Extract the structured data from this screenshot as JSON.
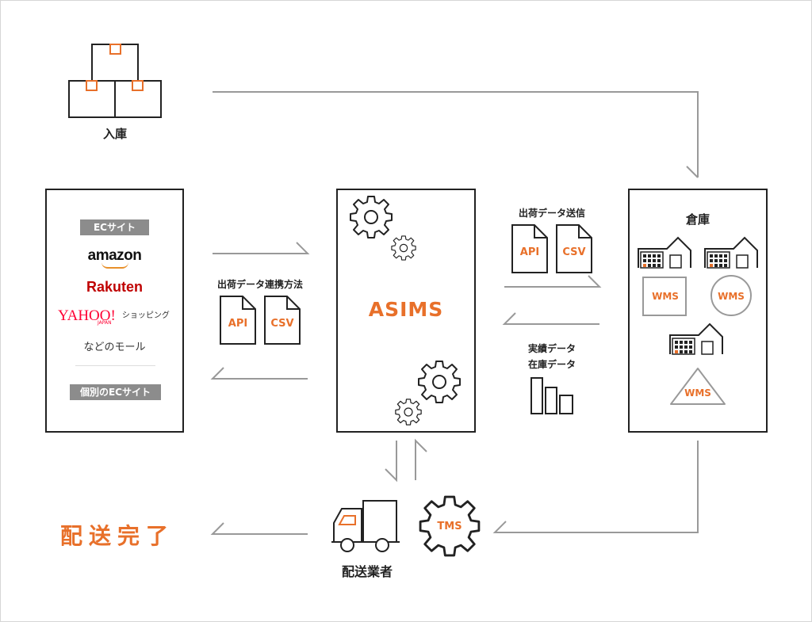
{
  "nyuko": {
    "label": "入庫"
  },
  "ec_panel": {
    "ec_site_tag": "ECサイト",
    "amazon": "amazon",
    "rakuten": "Rakuten",
    "yahoo": "YAHOO!",
    "yahoo_japan": "JAPAN",
    "yahoo_shopping": "ショッピング",
    "other_malls": "などのモール",
    "individual_tag": "個別のECサイト"
  },
  "left_flow": {
    "title": "出荷データ連携方法",
    "doc1": "API",
    "doc2": "CSV"
  },
  "asims": {
    "label": "ASIMS"
  },
  "right_flow": {
    "title": "出荷データ送信",
    "doc1": "API",
    "doc2": "CSV",
    "result_line1": "実績データ",
    "result_line2": "在庫データ"
  },
  "warehouse": {
    "title": "倉庫",
    "wms1": "WMS",
    "wms2": "WMS",
    "wms3": "WMS"
  },
  "delivery": {
    "complete": "配送完了",
    "carrier": "配送業者",
    "tms": "TMS"
  },
  "colors": {
    "accent": "#e8702a",
    "line": "#999999",
    "border": "#222222",
    "tag": "#8c8c8c"
  }
}
